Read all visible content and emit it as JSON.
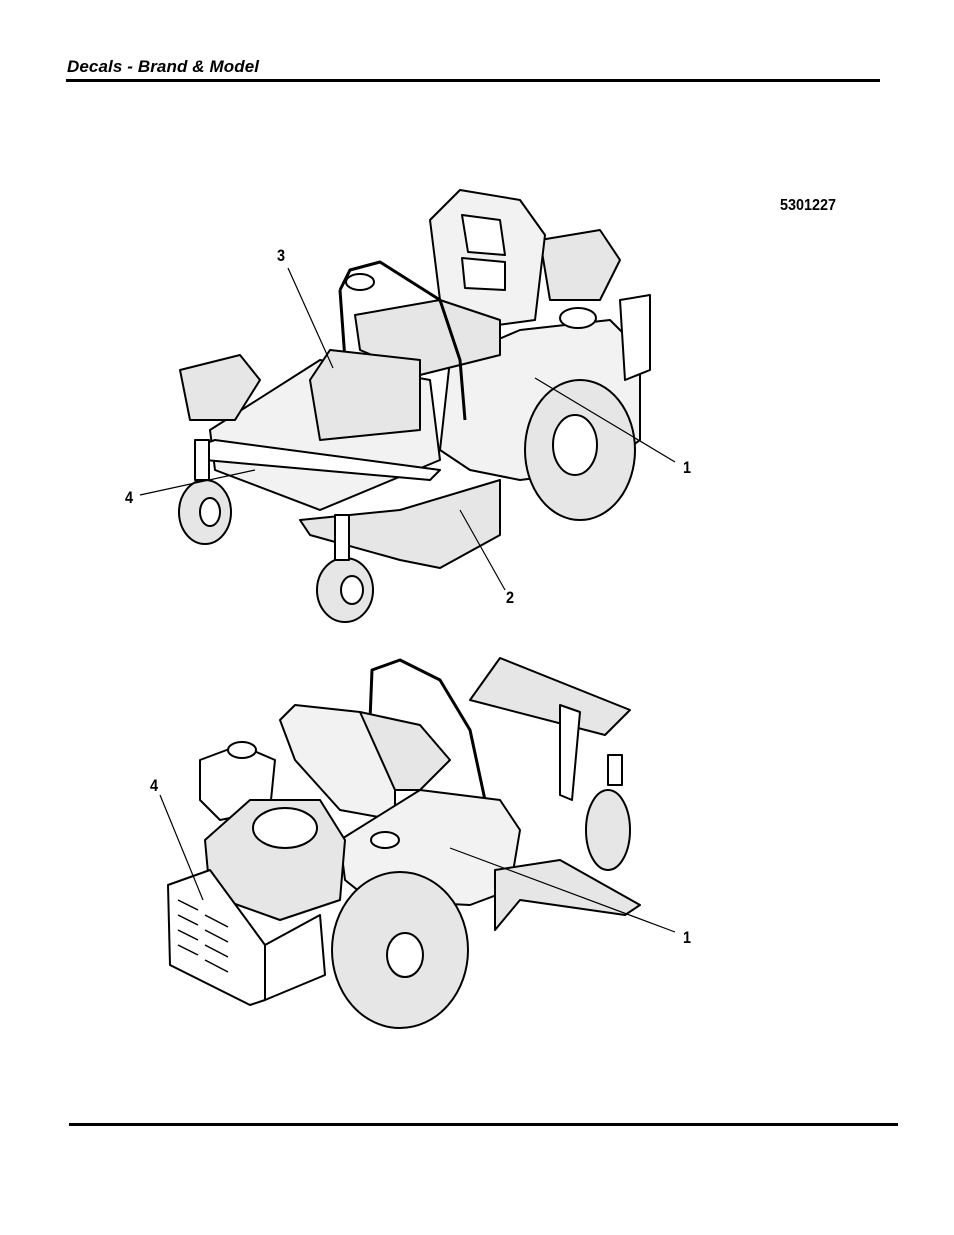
{
  "header": {
    "title": "Decals - Brand & Model"
  },
  "figure": {
    "id": "5301227"
  },
  "callouts": {
    "top": {
      "c1": "1",
      "c2": "2",
      "c3": "3",
      "c4": "4"
    },
    "bottom": {
      "c1": "1",
      "c4": "4"
    }
  },
  "colors": {
    "line": "#000000",
    "body": "#f2f2f2",
    "shade": "#d9d9d9",
    "tire": "#e6e6e6"
  }
}
